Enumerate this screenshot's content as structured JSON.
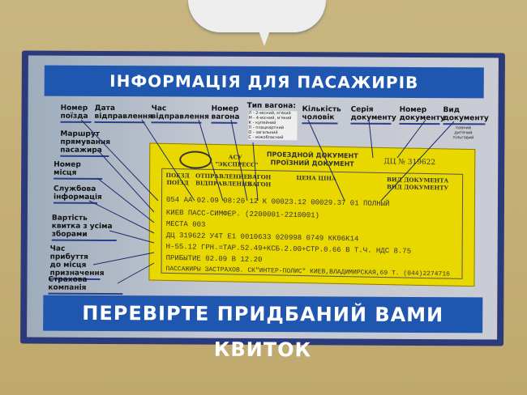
{
  "header": "ІНФОРМАЦІЯ ДЛЯ ПАСАЖИРІВ",
  "footer": "ПЕРЕВІРТЕ ПРИДБАНИЙ ВАМИ КВИТОК",
  "labels": {
    "train_no": "Номер поїзда",
    "dep_date": "Дата відправлення",
    "dep_time": "Час відправлення",
    "car_no": "Номер вагона",
    "car_type": "Тип вагона:",
    "persons": "Кількість чоловік",
    "doc_series": "Серія документу",
    "doc_no": "Номер документу",
    "doc_type": "Вид документу",
    "route": "Маршрут прямування пасажира",
    "seat": "Номер місця",
    "service": "Службова інформація",
    "cost": "Вартість квитка з усіма зборами",
    "arrival": "Час прибуття до місця призначення",
    "insurance": "Страхова компанія"
  },
  "car_types": [
    "Л - 2-місний, м'який",
    "М - 4-місний, м'який",
    "К - купейний",
    "П - плацкартний",
    "О - загальний",
    "С - міжобласний"
  ],
  "doc_types": "повний дитячий пільговий",
  "ticket": {
    "system": "АСУ \"ЭКСПРЕСС\"",
    "title1": "ПРОЕЗДНОЙ ДОКУМЕНТ",
    "title2": "ПРОЇЗНИЙ ДОКУМЕНТ",
    "serial": "ДЦ № 319622",
    "col_train": "ПОЕЗД ПОЇЗД",
    "col_dep": "ОТПРАВЛЕНИЕ ВІДПРАВЛЕННЯ",
    "col_car": "ВАГОН ВАГОН",
    "col_price": "ЦЕНА   ЦІНА",
    "col_doc": "ВИД ДОКУМЕНТА ВИД ДОКУМЕНТУ",
    "line1": "054 АА   02.09   08:20   12 К   00023.12  00029.37   01   ПОЛНЫЙ",
    "line2": "КИЕВ ПАСС-СИМФЕР. (2200001-2210001)",
    "line3": "МЕСТА 003",
    "line4": "ДЦ 319622 У4Т Е1 0010633 020998 0749 КК06К14",
    "line5": "Н-55.12 ГРН.=ТАР.52.49+КСБ.2.00+СТР.0.66 В Т.Ч. НДС 8.75",
    "line6": "ПРИБЫТИЕ 02.09 В 12.20",
    "line7": "ПАССАЖИРЫ ЗАСТРАХОВ. СК\"ИНТЕР-ПОЛИС\" КИЕВ,ВЛАДИМИРСКАЯ,69 Т. (044)2274716"
  }
}
